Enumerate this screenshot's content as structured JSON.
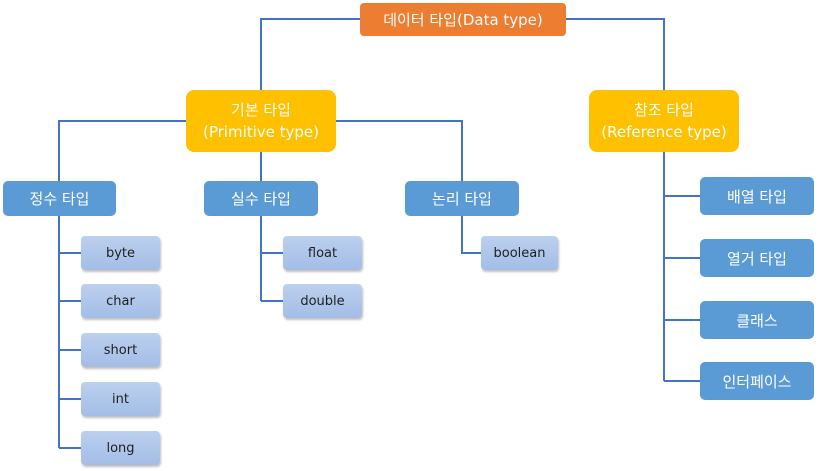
{
  "root": "데이터 타입(Data type)",
  "primitive": {
    "title": "기본 타입",
    "subtitle": "(Primitive type)"
  },
  "reference": {
    "title": "참조 타입",
    "subtitle": "(Reference type)"
  },
  "integer": {
    "title": "정수 타입",
    "items": [
      "byte",
      "char",
      "short",
      "int",
      "long"
    ]
  },
  "real": {
    "title": "실수 타입",
    "items": [
      "float",
      "double"
    ]
  },
  "logical": {
    "title": "논리 타입",
    "items": [
      "boolean"
    ]
  },
  "reference_items": [
    "배열 타입",
    "열거 타입",
    "클래스",
    "인터페이스"
  ],
  "colors": {
    "root": "#ED7D31",
    "primary_category": "#FFC000",
    "sub_category": "#5B9BD5",
    "leaf": "#A9C1E8",
    "connector": "#4472C4"
  }
}
